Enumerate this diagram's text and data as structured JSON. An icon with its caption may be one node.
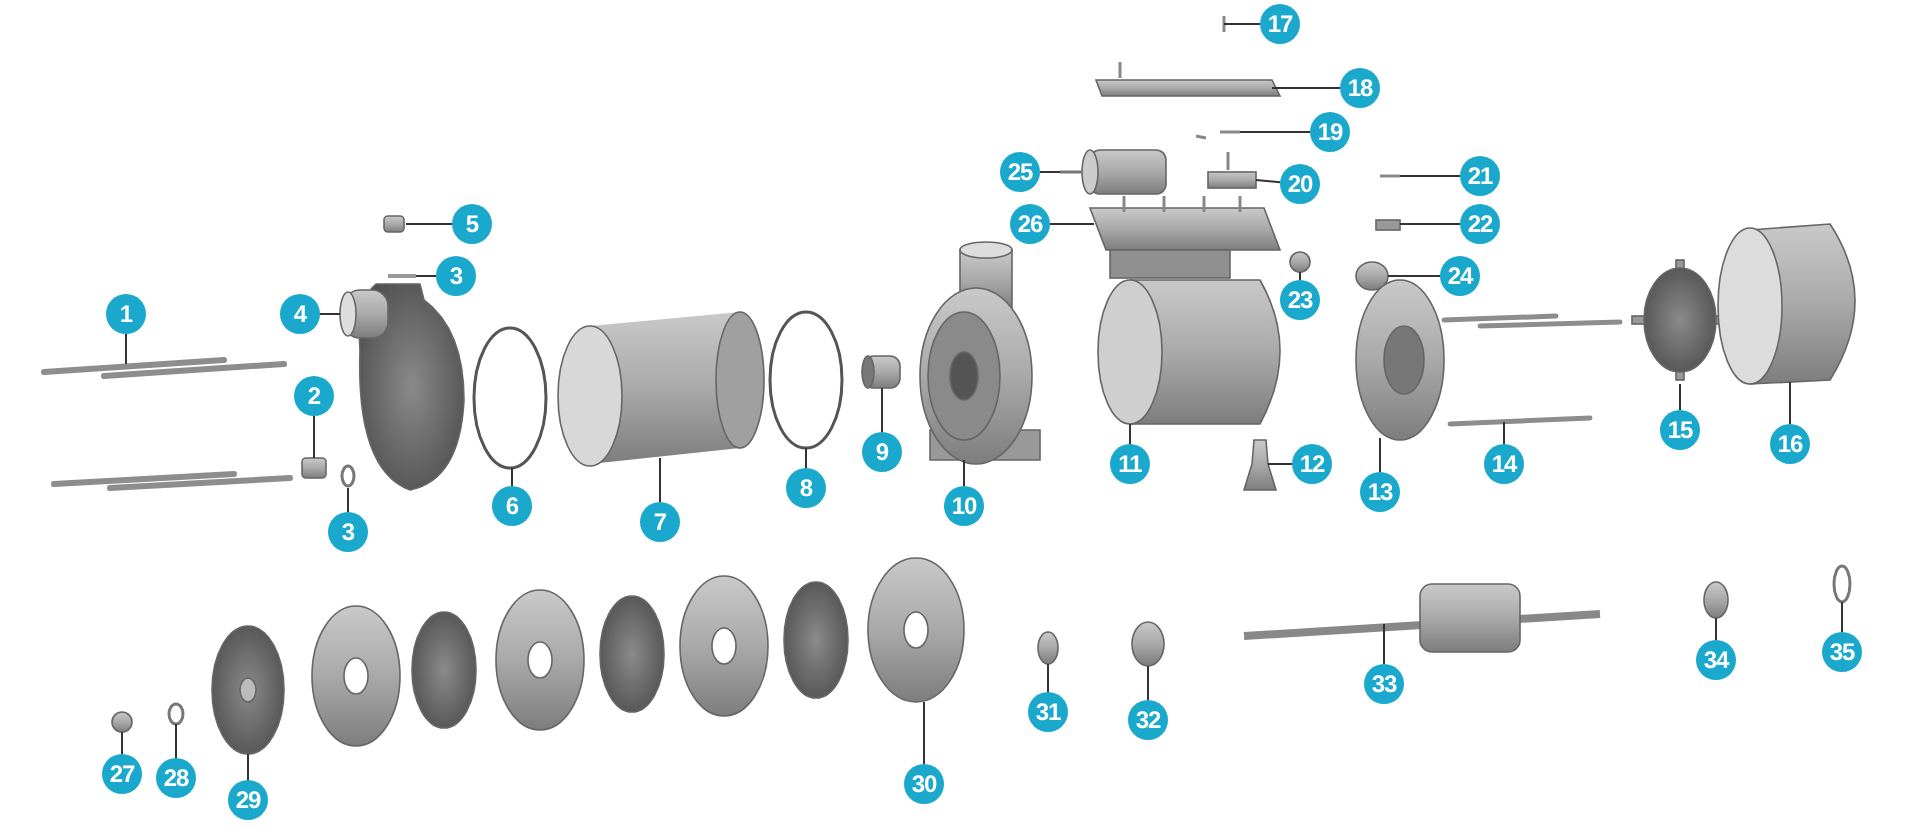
{
  "diagram": {
    "nodes": [
      {
        "text": [
          "1"
        ]
      },
      {
        "text": [
          "2"
        ]
      },
      {
        "text": [
          "3"
        ]
      },
      {
        "text": [
          "3"
        ]
      },
      {
        "text": [
          "4"
        ]
      },
      {
        "text": [
          "5"
        ]
      },
      {
        "text": [
          "6"
        ]
      },
      {
        "text": [
          "7"
        ]
      },
      {
        "text": [
          "8"
        ]
      },
      {
        "text": [
          "9"
        ]
      },
      {
        "text": [
          "10"
        ]
      },
      {
        "text": [
          "11"
        ]
      },
      {
        "text": [
          "12"
        ]
      },
      {
        "text": [
          "13"
        ]
      },
      {
        "text": [
          "14"
        ]
      },
      {
        "text": [
          "15"
        ]
      },
      {
        "text": [
          "16"
        ]
      },
      {
        "text": [
          "17"
        ]
      },
      {
        "text": [
          "18"
        ]
      },
      {
        "text": [
          "19"
        ]
      },
      {
        "text": [
          "20"
        ]
      },
      {
        "text": [
          "21"
        ]
      },
      {
        "text": [
          "22"
        ]
      },
      {
        "text": [
          "23"
        ]
      },
      {
        "text": [
          "24"
        ]
      },
      {
        "text": [
          "25"
        ]
      },
      {
        "text": [
          "26"
        ]
      },
      {
        "text": [
          "27"
        ]
      },
      {
        "text": [
          "28"
        ]
      },
      {
        "text": [
          "29"
        ]
      },
      {
        "text": [
          "30"
        ]
      },
      {
        "text": [
          "31"
        ]
      },
      {
        "text": [
          "32"
        ]
      },
      {
        "text": [
          "33"
        ]
      },
      {
        "text": [
          "34"
        ]
      },
      {
        "text": [
          "35"
        ]
      }
    ],
    "edges": [
      {
        "from": 0,
        "to": null,
        "arrow": "none"
      },
      {
        "from": 1,
        "to": null,
        "arrow": "none"
      },
      {
        "from": 2,
        "to": null,
        "arrow": "none"
      },
      {
        "from": 3,
        "to": null,
        "arrow": "none"
      },
      {
        "from": 4,
        "to": null,
        "arrow": "none"
      },
      {
        "from": 5,
        "to": null,
        "arrow": "none"
      },
      {
        "from": 6,
        "to": null,
        "arrow": "none"
      },
      {
        "from": 7,
        "to": null,
        "arrow": "none"
      },
      {
        "from": 8,
        "to": null,
        "arrow": "none"
      },
      {
        "from": 9,
        "to": null,
        "arrow": "none"
      },
      {
        "from": 10,
        "to": null,
        "arrow": "none"
      },
      {
        "from": 11,
        "to": null,
        "arrow": "none"
      },
      {
        "from": 12,
        "to": null,
        "arrow": "none"
      },
      {
        "from": 13,
        "to": null,
        "arrow": "none"
      },
      {
        "from": 14,
        "to": null,
        "arrow": "none"
      },
      {
        "from": 15,
        "to": null,
        "arrow": "none"
      },
      {
        "from": 16,
        "to": null,
        "arrow": "none"
      },
      {
        "from": 17,
        "to": null,
        "arrow": "none"
      },
      {
        "from": 18,
        "to": null,
        "arrow": "none"
      },
      {
        "from": 19,
        "to": null,
        "arrow": "none"
      },
      {
        "from": 20,
        "to": null,
        "arrow": "none"
      },
      {
        "from": 21,
        "to": null,
        "arrow": "none"
      },
      {
        "from": 22,
        "to": null,
        "arrow": "none"
      },
      {
        "from": 23,
        "to": null,
        "arrow": "none"
      },
      {
        "from": 24,
        "to": null,
        "arrow": "none"
      },
      {
        "from": 25,
        "to": null,
        "arrow": "none"
      },
      {
        "from": 26,
        "to": null,
        "arrow": "none"
      },
      {
        "from": 27,
        "to": null,
        "arrow": "none"
      },
      {
        "from": 28,
        "to": null,
        "arrow": "none"
      },
      {
        "from": 29,
        "to": null,
        "arrow": "none"
      },
      {
        "from": 30,
        "to": null,
        "arrow": "none"
      },
      {
        "from": 31,
        "to": null,
        "arrow": "none"
      },
      {
        "from": 32,
        "to": null,
        "arrow": "none"
      },
      {
        "from": 33,
        "to": null,
        "arrow": "none"
      },
      {
        "from": 34,
        "to": null,
        "arrow": "none"
      },
      {
        "from": 35,
        "to": null,
        "arrow": "none"
      }
    ]
  }
}
